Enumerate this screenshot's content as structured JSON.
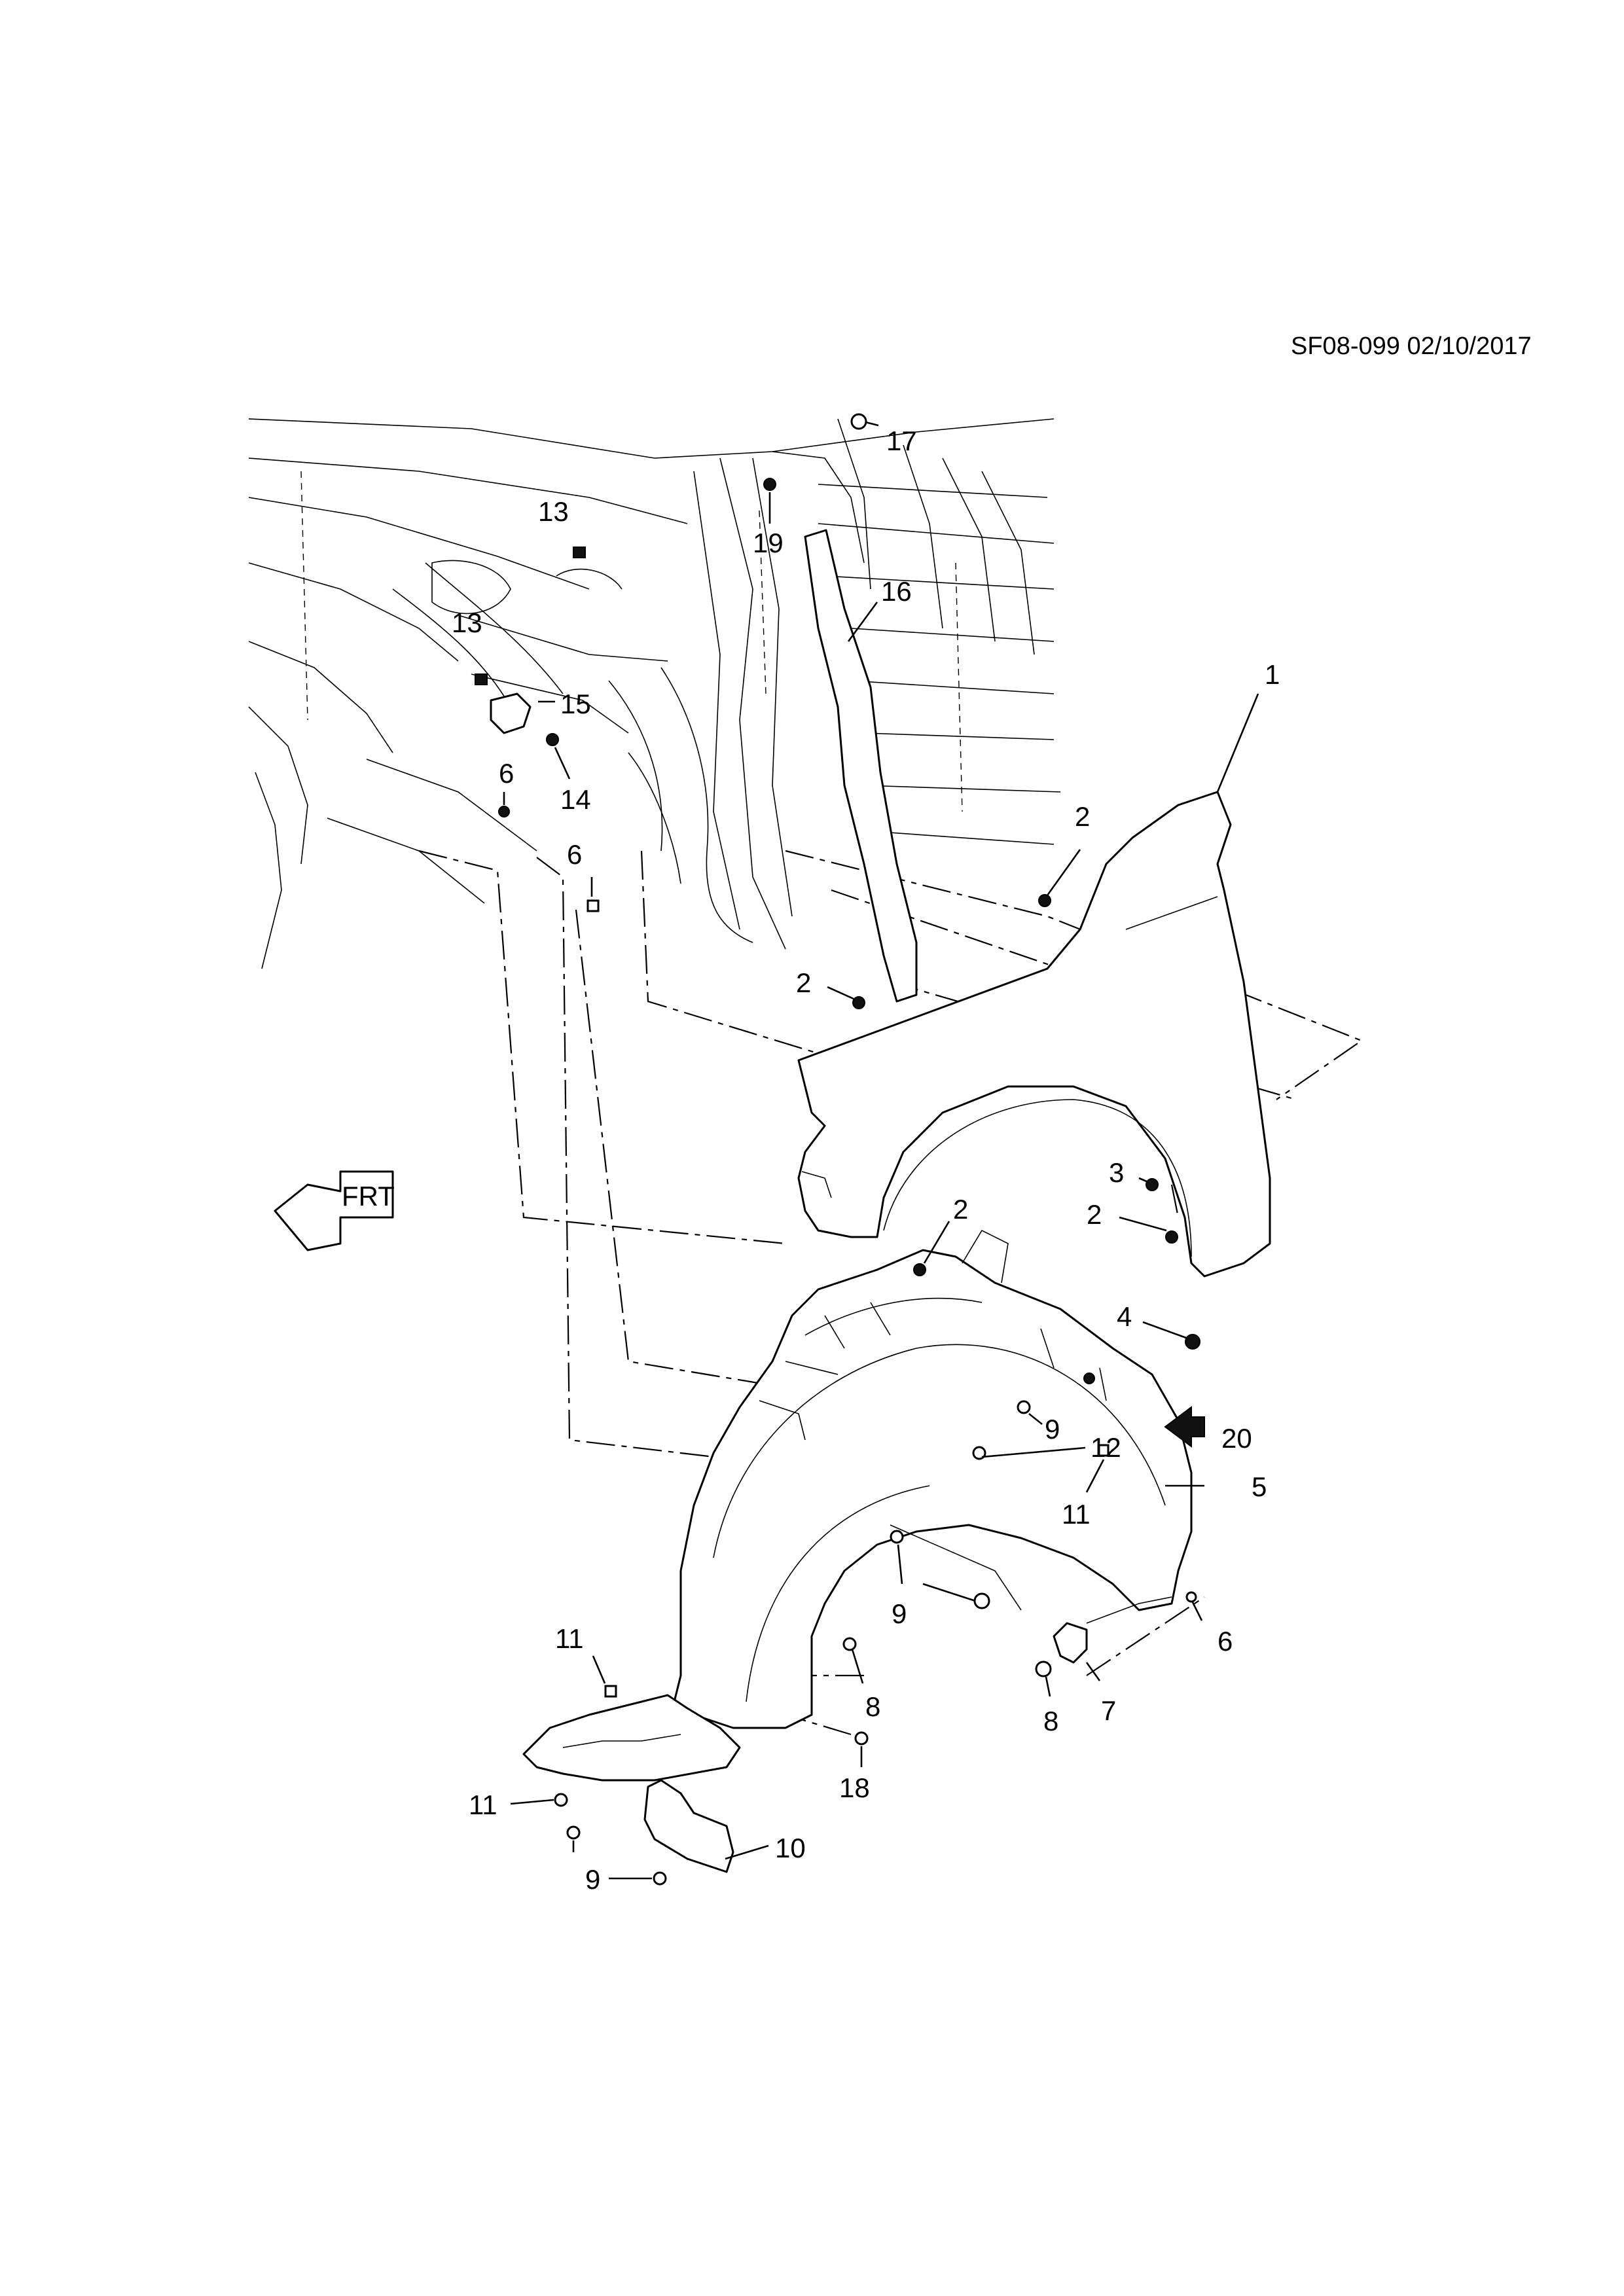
{
  "diagram_ref": "SF08-099 02/10/2017",
  "direction_indicator": "FRT",
  "callouts": [
    {
      "id": "c1",
      "label": "1"
    },
    {
      "id": "c2a",
      "label": "2"
    },
    {
      "id": "c2b",
      "label": "2"
    },
    {
      "id": "c2c",
      "label": "2"
    },
    {
      "id": "c2d",
      "label": "2"
    },
    {
      "id": "c3",
      "label": "3"
    },
    {
      "id": "c4",
      "label": "4"
    },
    {
      "id": "c5",
      "label": "5"
    },
    {
      "id": "c6a",
      "label": "6"
    },
    {
      "id": "c6b",
      "label": "6"
    },
    {
      "id": "c6c",
      "label": "6"
    },
    {
      "id": "c7",
      "label": "7"
    },
    {
      "id": "c8a",
      "label": "8"
    },
    {
      "id": "c8b",
      "label": "8"
    },
    {
      "id": "c9a",
      "label": "9"
    },
    {
      "id": "c9b",
      "label": "9"
    },
    {
      "id": "c9c",
      "label": "9"
    },
    {
      "id": "c10",
      "label": "10"
    },
    {
      "id": "c11a",
      "label": "11"
    },
    {
      "id": "c11b",
      "label": "11"
    },
    {
      "id": "c11c",
      "label": "11"
    },
    {
      "id": "c12",
      "label": "12"
    },
    {
      "id": "c13a",
      "label": "13"
    },
    {
      "id": "c13b",
      "label": "13"
    },
    {
      "id": "c14",
      "label": "14"
    },
    {
      "id": "c15",
      "label": "15"
    },
    {
      "id": "c16",
      "label": "16"
    },
    {
      "id": "c17",
      "label": "17"
    },
    {
      "id": "c18",
      "label": "18"
    },
    {
      "id": "c19",
      "label": "19"
    },
    {
      "id": "c20",
      "label": "20"
    }
  ]
}
